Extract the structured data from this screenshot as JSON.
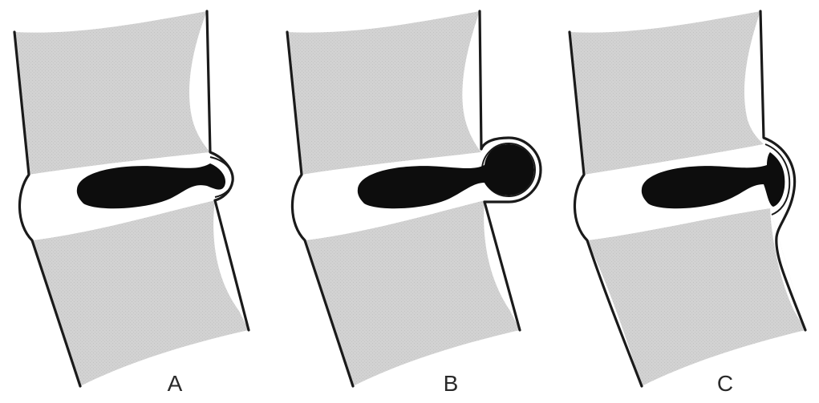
{
  "panels": [
    {
      "id": "A",
      "label": "A"
    },
    {
      "id": "B",
      "label": "B"
    },
    {
      "id": "C",
      "label": "C"
    }
  ],
  "colors": {
    "background": "#ffffff",
    "vertebra_fill": "#d0d0d0",
    "disc_fill": "#ffffff",
    "nucleus_fill": "#0d0d0d",
    "outline": "#1a1a1a"
  }
}
